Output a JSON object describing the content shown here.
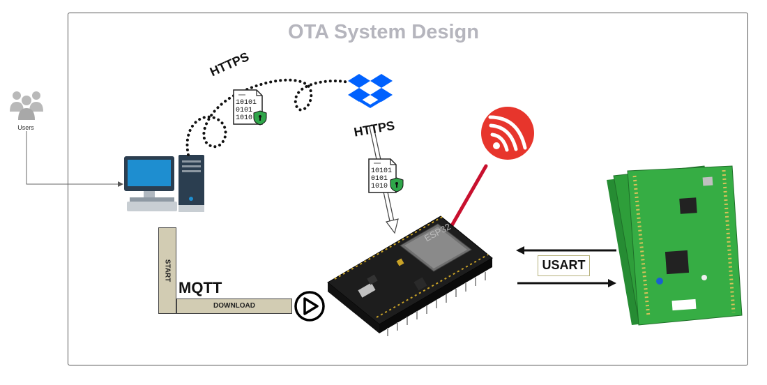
{
  "diagram": {
    "title": "OTA System Design",
    "users_label": "Users",
    "link_labels": {
      "https_upload": "HTTPS",
      "https_download": "HTTPS",
      "mqtt": "MQTT",
      "usart": "USART"
    },
    "mqtt_messages": {
      "start": "START",
      "download": "DOWNLOAD"
    },
    "firmware_file_lines": [
      "10101",
      "0101",
      "1010"
    ],
    "chip_label": "ESP32",
    "colors": {
      "frame": "#555555",
      "title": "#b5b5bd",
      "message_box": "#d2ccb3",
      "antenna": "#c8102e",
      "board_green": "#2e9e3a",
      "dropbox_blue": "#0061fe",
      "monitor_blue": "#1e8ed0"
    },
    "icons": [
      "users-icon",
      "computer-icon",
      "firmware-file-icon",
      "dropbox-icon",
      "espressif-logo-icon",
      "esp32-board",
      "stm32-board",
      "play-icon"
    ]
  }
}
